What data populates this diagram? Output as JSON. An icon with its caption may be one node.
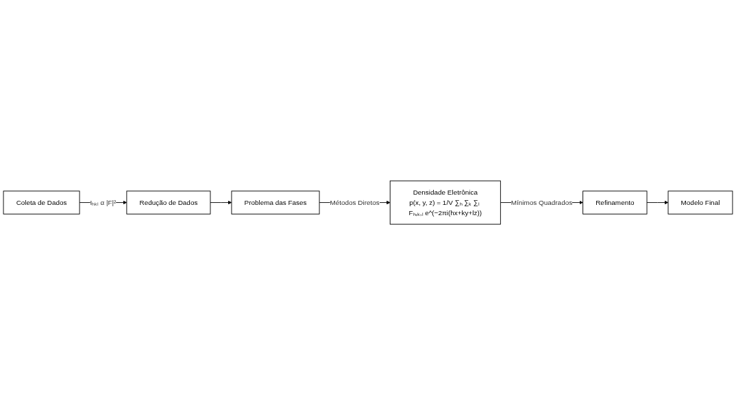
{
  "diagram": {
    "nodes": [
      {
        "text": [
          "Coleta de Dados"
        ]
      },
      {
        "text": [
          "Redução de Dados"
        ]
      },
      {
        "text": [
          "Problema das Fases"
        ]
      },
      {
        "text": [
          "Densidade Eletrônica",
          "p(x, y, z) = 1/V ∑ₕ ∑ₖ ∑ₗ Fₕ,ₖ,ₗ e^(−2πi(hx+ky+lz))"
        ]
      },
      {
        "text": [
          "Refinamento"
        ]
      },
      {
        "text": [
          "Modelo Final"
        ]
      }
    ],
    "edges": [
      {
        "from": 0,
        "to": 1,
        "arrow": "to",
        "label": "Iₕₖₗ α |F|²"
      },
      {
        "from": 1,
        "to": 2,
        "arrow": "to"
      },
      {
        "from": 2,
        "to": 3,
        "arrow": "to",
        "label": "Métodos Diretos"
      },
      {
        "from": 3,
        "to": 4,
        "arrow": "to",
        "label": "Mínimos Quadrados"
      },
      {
        "from": 4,
        "to": 5,
        "arrow": "to"
      }
    ]
  }
}
